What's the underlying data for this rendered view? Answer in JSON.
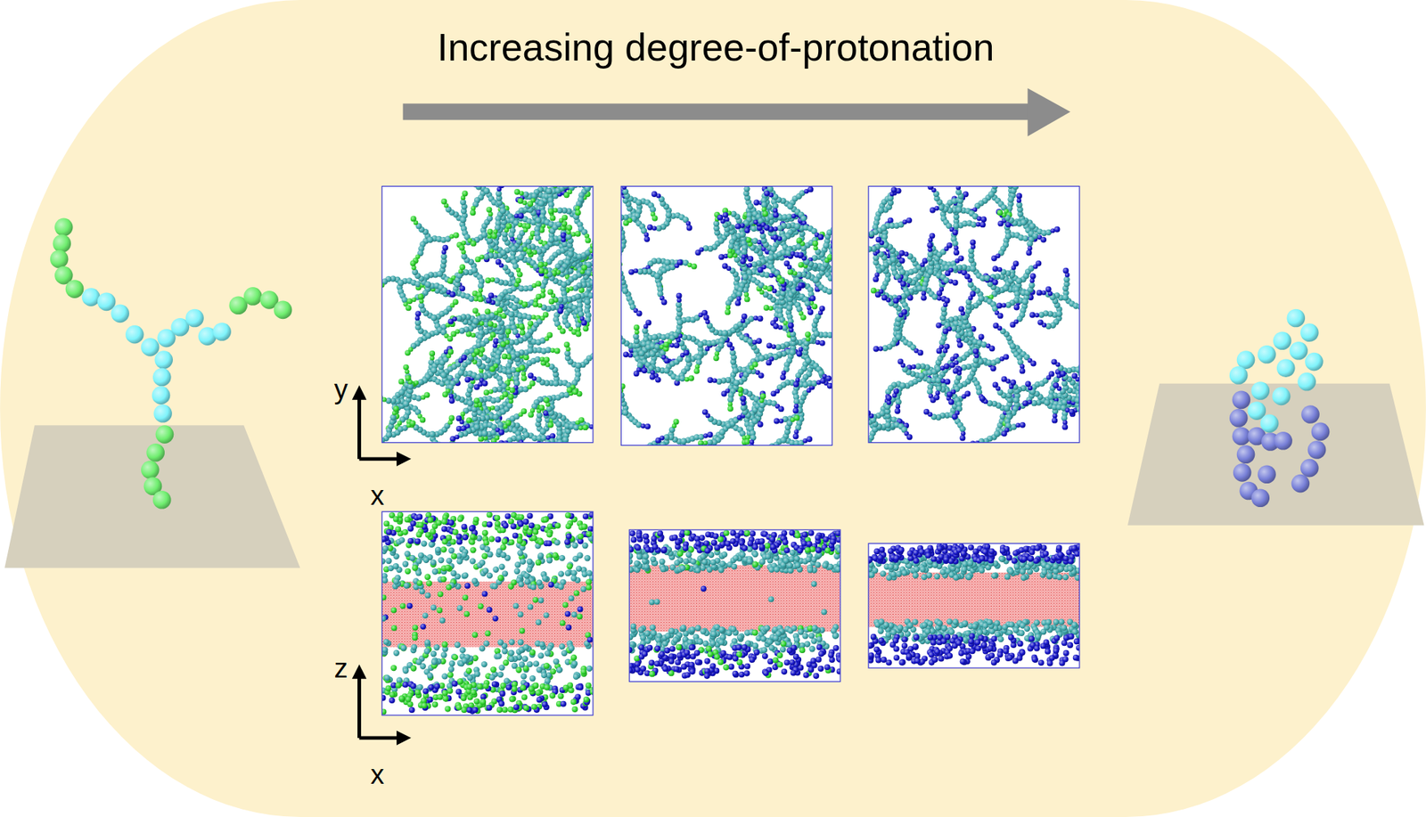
{
  "diagram": {
    "labels": [
      "Increasing degree-of-protonation",
      "y",
      "x",
      "z",
      "x"
    ]
  }
}
